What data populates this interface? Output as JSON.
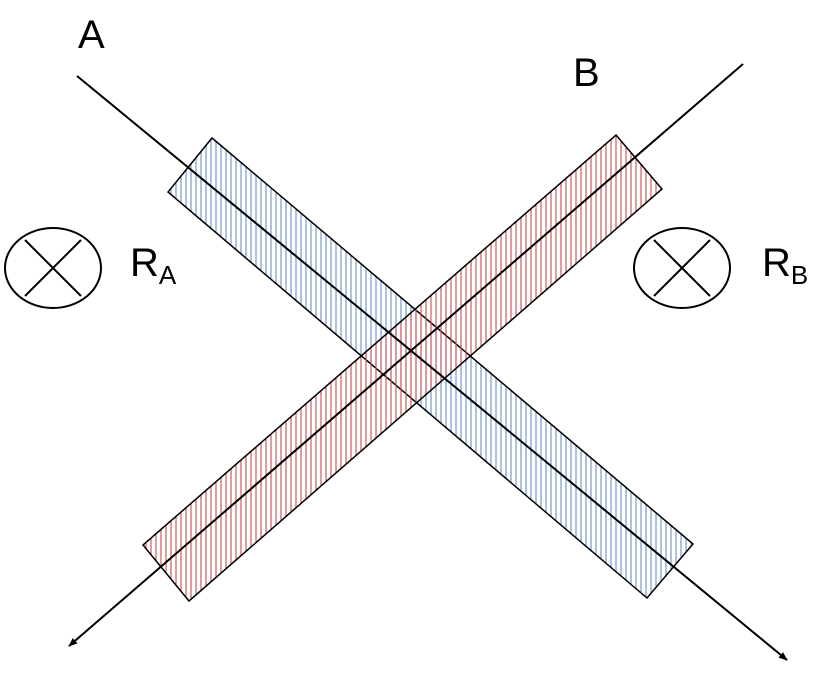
{
  "labels": {
    "a": "A",
    "b": "B",
    "ra_main": "R",
    "ra_sub": "A",
    "rb_main": "R",
    "rb_sub": "B"
  },
  "colors": {
    "background": "#ffffff",
    "line": "#000000",
    "band_a_hatch": "#6a8fc8",
    "band_b_hatch": "#c45050"
  },
  "symbols": {
    "ra": "cross-circle",
    "rb": "cross-circle"
  }
}
